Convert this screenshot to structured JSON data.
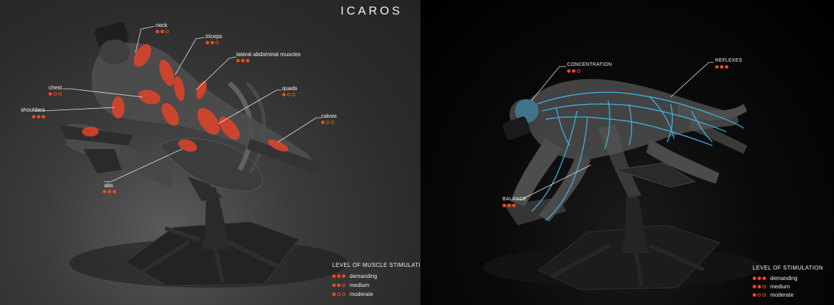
{
  "left_panel": {
    "brand": "ICAROS",
    "muscles": [
      {
        "id": "neck",
        "label": "neck",
        "level": 2
      },
      {
        "id": "triceps",
        "label": "triceps",
        "level": 2
      },
      {
        "id": "lateral-abdominal",
        "label": "lateral abdominal muscles",
        "level": 3
      },
      {
        "id": "chest",
        "label": "chest",
        "level": 1
      },
      {
        "id": "quads",
        "label": "quads",
        "level": 1
      },
      {
        "id": "shoulders",
        "label": "shoulders",
        "level": 3
      },
      {
        "id": "calves",
        "label": "calves",
        "level": 1
      },
      {
        "id": "abs",
        "label": "abs",
        "level": 3
      }
    ],
    "legend": {
      "title": "LEVEL OF MUSCLE STIMULATION",
      "items": [
        {
          "label": "demanding",
          "level": 3
        },
        {
          "label": "medium",
          "level": 2
        },
        {
          "label": "moderate",
          "level": 1
        }
      ]
    }
  },
  "right_panel": {
    "skills": [
      {
        "id": "concentration",
        "label": "CONCENTRATION",
        "level": 2
      },
      {
        "id": "reflexes",
        "label": "REFLEXES",
        "level": 3
      },
      {
        "id": "balance",
        "label": "BALANCE",
        "level": 3
      }
    ],
    "legend": {
      "title": "LEVEL OF STIMULATION",
      "items": [
        {
          "label": "demanding",
          "level": 3
        },
        {
          "label": "medium",
          "level": 2
        },
        {
          "label": "moderate",
          "level": 1
        }
      ]
    }
  },
  "colors": {
    "accent": "#f04a1e",
    "nerve_blue": "#3fb8e8",
    "muscle_red": "#e2432a"
  }
}
